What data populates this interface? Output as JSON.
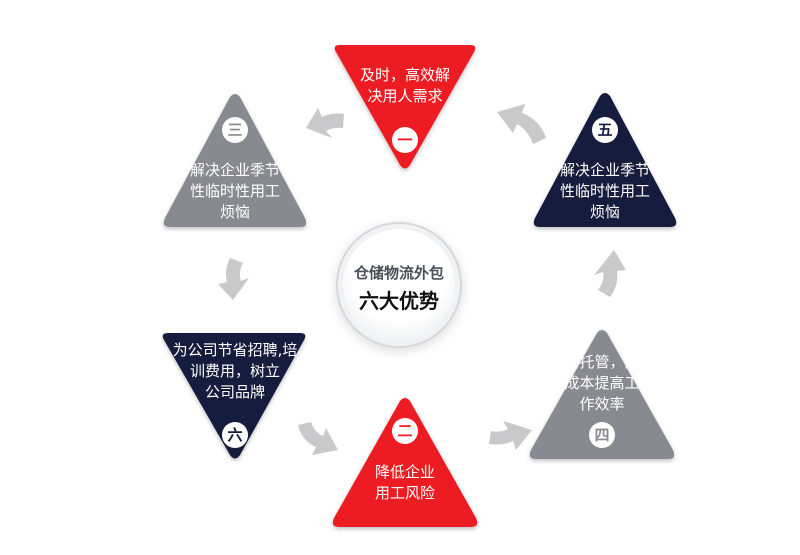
{
  "colors": {
    "red": "#ec1c24",
    "navy": "#141a3d",
    "gray": "#878a90",
    "arrow": "#c9c9cb"
  },
  "center": {
    "line1": "仓储物流外包",
    "line2": "六大优势"
  },
  "items": [
    {
      "badge": "一",
      "text": "及时，高效解\n决用人需求",
      "color": "red"
    },
    {
      "badge": "二",
      "text": "降低企业\n用工风险",
      "color": "red"
    },
    {
      "badge": "三",
      "text": "解决企业季节\n性临时性用工\n烦恼",
      "color": "gray"
    },
    {
      "badge": "四",
      "text": "现场托管，降低\n成本提高工\n作效率",
      "color": "gray"
    },
    {
      "badge": "五",
      "text": "解决企业季节\n性临时性用工\n烦恼",
      "color": "navy"
    },
    {
      "badge": "六",
      "text": "为公司节省招聘,培\n训费用，树立\n公司品牌",
      "color": "navy"
    }
  ]
}
